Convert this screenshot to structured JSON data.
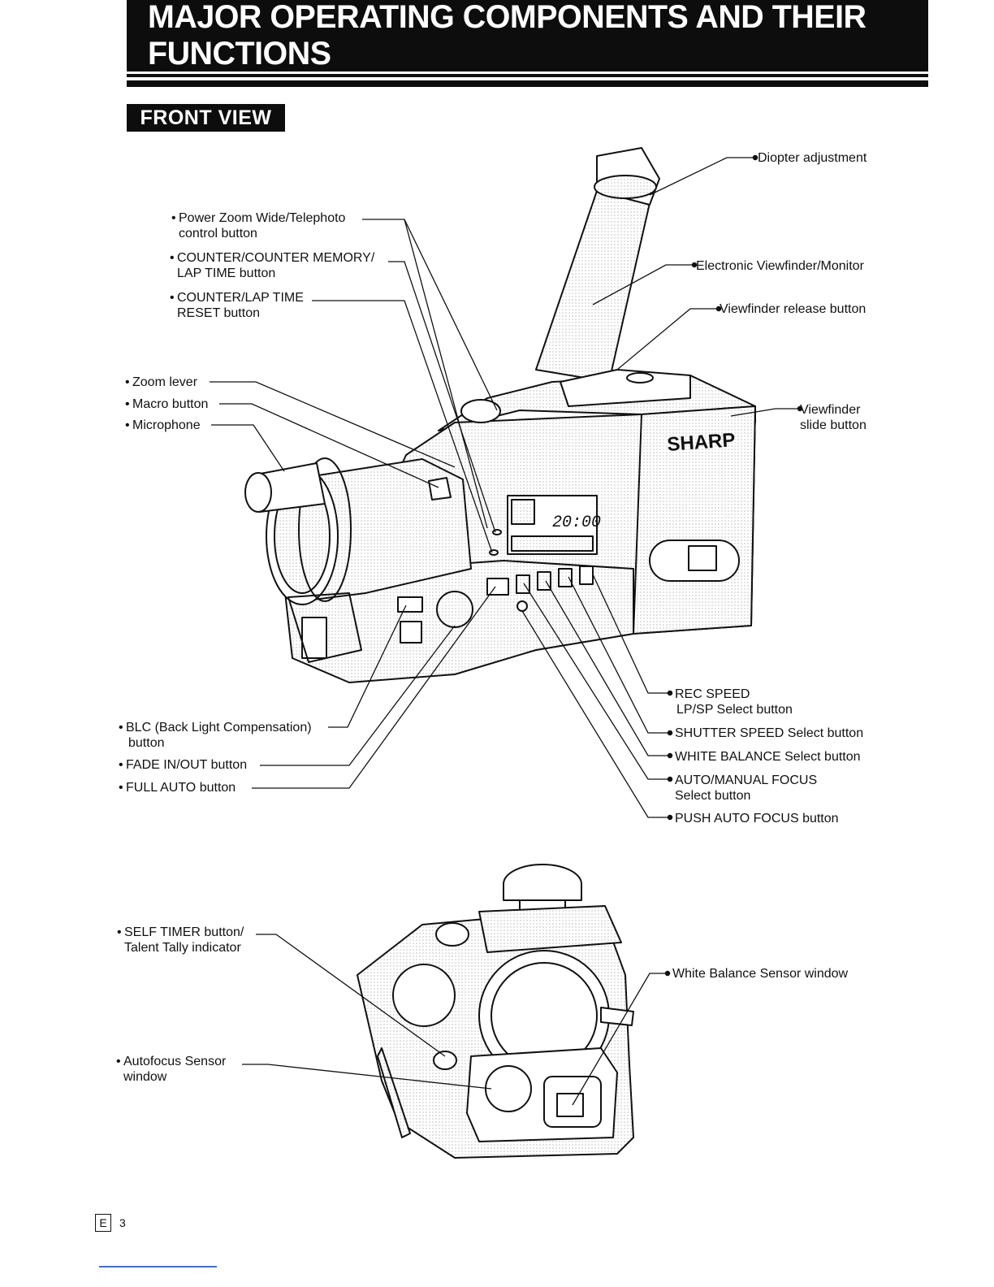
{
  "header": {
    "title": "MAJOR OPERATING COMPONENTS AND THEIR FUNCTIONS"
  },
  "section": {
    "title": "FRONT VIEW"
  },
  "camera": {
    "brand": "SHARP",
    "display_time": "20:00"
  },
  "labels": {
    "diopter": "Diopter adjustment",
    "power_zoom_1": "Power Zoom Wide/Telephoto",
    "power_zoom_2": "control button",
    "counter_memory_1": "COUNTER/COUNTER MEMORY/",
    "counter_memory_2": "LAP TIME button",
    "counter_reset_1": "COUNTER/LAP TIME",
    "counter_reset_2": "RESET button",
    "evf": "Electronic Viewfinder/Monitor",
    "vf_release": "Viewfinder release button",
    "zoom_lever": "Zoom lever",
    "macro": "Macro button",
    "microphone": "Microphone",
    "vf_slide_1": "Viewfinder",
    "vf_slide_2": "slide button",
    "rec_speed_1": "REC SPEED",
    "rec_speed_2": "LP/SP Select button",
    "shutter": "SHUTTER SPEED Select button",
    "white_balance": "WHITE BALANCE Select button",
    "af_mf_1": "AUTO/MANUAL FOCUS",
    "af_mf_2": "Select button",
    "push_af": "PUSH AUTO FOCUS button",
    "blc_1": "BLC (Back Light Compensation)",
    "blc_2": "button",
    "fade": "FADE IN/OUT button",
    "full_auto": "FULL AUTO button",
    "self_timer_1": "SELF TIMER button/",
    "self_timer_2": "Talent Tally indicator",
    "wb_sensor": "White Balance Sensor window",
    "af_sensor_1": "Autofocus Sensor",
    "af_sensor_2": "window"
  },
  "footer": {
    "lang": "E",
    "page": "3"
  }
}
